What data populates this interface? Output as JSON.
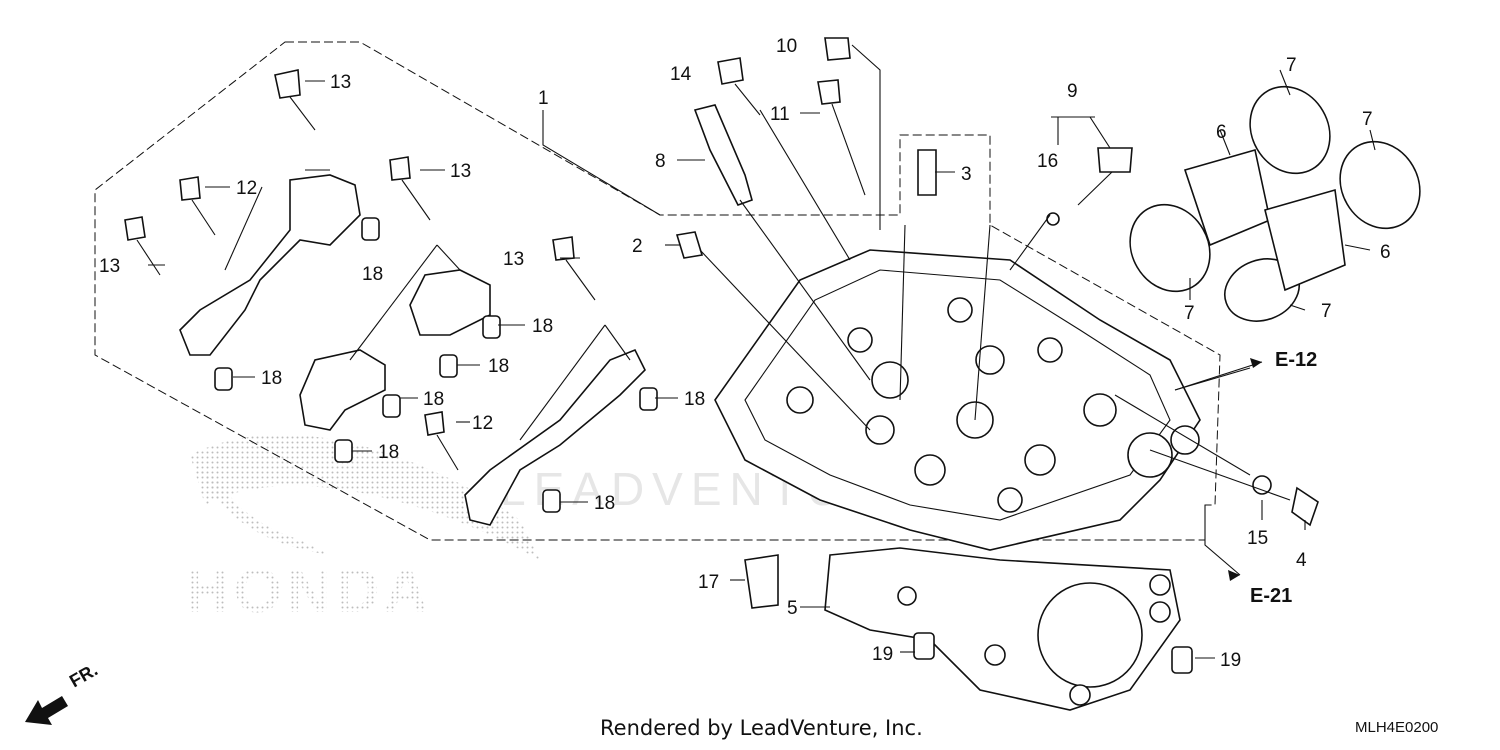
{
  "callouts": {
    "c1": "1",
    "c2": "2",
    "c3": "3",
    "c4": "4",
    "c5": "5",
    "c6a": "6",
    "c6b": "6",
    "c7a": "7",
    "c7b": "7",
    "c7c": "7",
    "c7d": "7",
    "c8": "8",
    "c9": "9",
    "c10": "10",
    "c11": "11",
    "c12a": "12",
    "c12b": "12",
    "c13a": "13",
    "c13b": "13",
    "c13c": "13",
    "c13d": "13",
    "c14": "14",
    "c15": "15",
    "c16": "16",
    "c17": "17",
    "c18a": "18",
    "c18b": "18",
    "c18c": "18",
    "c18d": "18",
    "c18e": "18",
    "c18f": "18",
    "c18g": "18",
    "c18h": "18",
    "c19a": "19",
    "c19b": "19"
  },
  "references": {
    "e12": "E-12",
    "e21": "E-21"
  },
  "watermark": {
    "brand": "HONDA",
    "mark": "LEADVENTURE"
  },
  "direction": {
    "label": "FR."
  },
  "footer": {
    "credit": "Rendered by LeadVenture, Inc.",
    "code": "MLH4E0200"
  },
  "colors": {
    "line": "#111111",
    "watermark": "#c8c8c8",
    "background": "#ffffff"
  }
}
